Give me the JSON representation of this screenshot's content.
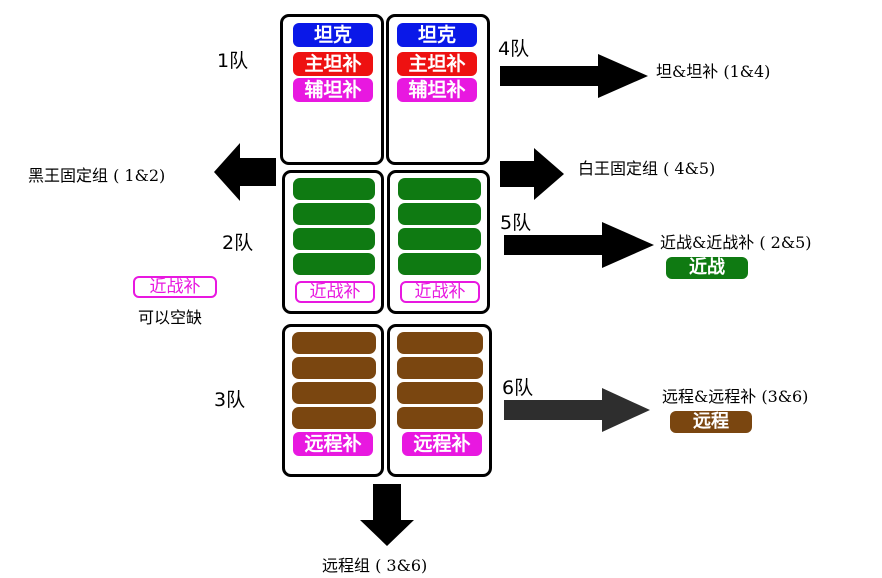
{
  "colors": {
    "tank": "#0a18e8",
    "main_tank_sub": "#ee1111",
    "off_tank_sub": "#e818e0",
    "melee": "#0f7a12",
    "ranged": "#7a4610",
    "arrow": "#000000"
  },
  "panel_labels": {
    "tank": "坦克",
    "main_tank_sub": "主坦补",
    "off_tank_sub": "辅坦补",
    "melee_sub": "近战补",
    "ranged_sub": "远程补"
  },
  "teams": {
    "team1": "1队",
    "team2": "2队",
    "team3": "3队",
    "team4": "4队",
    "team5": "5队",
    "team6": "6队"
  },
  "groups": {
    "tank_group": "坦&坦补 (1&4)",
    "black_king": "黑王固定组 ( 1&2)",
    "white_king": "白王固定组 ( 4&5)",
    "melee_group": "近战&近战补 ( 2&5)",
    "ranged_group": "远程&远程补 (3&6)",
    "ranged_bottom": "远程组 ( 3&6)"
  },
  "legend": {
    "melee_badge": "近战",
    "ranged_badge": "远程",
    "melee_optional_badge": "近战补",
    "melee_optional_note": "可以空缺"
  }
}
